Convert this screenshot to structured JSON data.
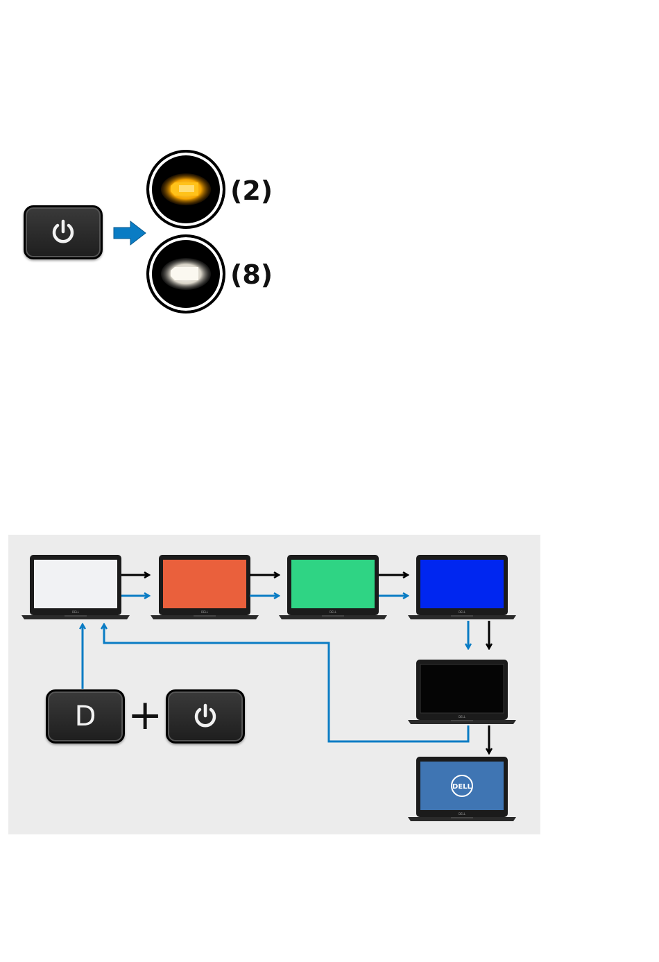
{
  "led_section": {
    "amber_blink_count": "(2)",
    "white_blink_count": "(8)",
    "amber_color": "#f5a400",
    "white_color": "#f4f4f4",
    "arrow_color": "#0a7cc4"
  },
  "diagnostics_section": {
    "key_letter": "D",
    "plus_sign": "+",
    "screen_colors": {
      "white": "#f1f2f4",
      "red": "#ea603c",
      "green": "#2fd484",
      "blue": "#0026f0",
      "black": "#050505",
      "dell_blue": "#3f75b3"
    },
    "logo_text": "DELL"
  }
}
